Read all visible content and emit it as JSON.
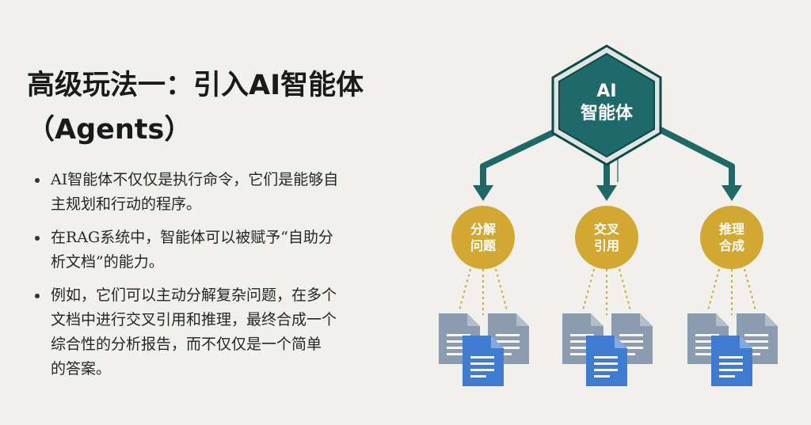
{
  "title": {
    "line1": "高级玩法一：引入AI智能体",
    "line2": "（Agents）"
  },
  "bullets": [
    {
      "line1": "AI智能体不仅仅是执行命令，它们是能够自",
      "line2": "主规划和行动的程序。"
    },
    {
      "line1": "在RAG系统中，智能体可以被赋予“自助分",
      "line2": "析文档”的能力。"
    },
    {
      "line1": "例如，它们可以主动分解复杂问题，在多个",
      "line2": "文档中进行交叉引用和推理，最终合成一个",
      "line3": "综合性的分析报告，而不仅仅是一个简单",
      "line4": "的答案。"
    }
  ],
  "diagram": {
    "hub": {
      "line1": "AI",
      "line2": "智能体"
    },
    "nodes": [
      {
        "line1": "分解",
        "line2": "问题"
      },
      {
        "line1": "交叉",
        "line2": "引用"
      },
      {
        "line1": "推理",
        "line2": "合成"
      }
    ],
    "colors": {
      "hub_fill": "#1e6a6a",
      "hub_border": "#0f4a4a",
      "arrow": "#1f6868",
      "node_fill": "#d3a832",
      "doc_gray": "#8c9cb0",
      "doc_blue": "#3f7bd0"
    },
    "icons": [
      "document-icon"
    ]
  }
}
